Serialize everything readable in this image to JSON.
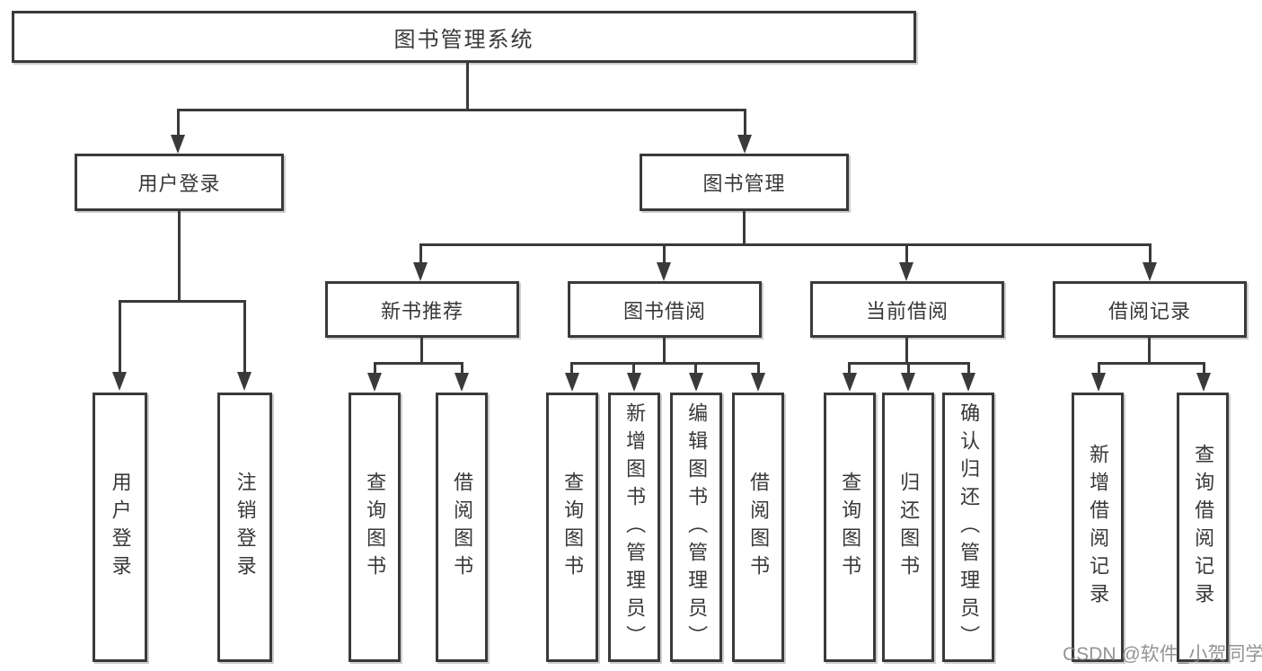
{
  "tree": {
    "root": {
      "label": "图书管理系统"
    },
    "branches": {
      "user_login": {
        "label": "用户登录"
      },
      "book_mgmt": {
        "label": "图书管理"
      }
    },
    "modules": {
      "new_books": {
        "label": "新书推荐"
      },
      "book_borrow": {
        "label": "图书借阅"
      },
      "current_borrow": {
        "label": "当前借阅"
      },
      "borrow_records": {
        "label": "借阅记录"
      }
    },
    "leaves": {
      "user_login_1": {
        "label": "用户登录"
      },
      "user_login_2": {
        "label": "注销登录"
      },
      "new_books_1": {
        "label": "查询图书"
      },
      "new_books_2": {
        "label": "借阅图书"
      },
      "book_borrow_1": {
        "label": "查询图书"
      },
      "book_borrow_2": {
        "label": "新增图书（管理员）"
      },
      "book_borrow_3": {
        "label": "编辑图书（管理员）"
      },
      "book_borrow_4": {
        "label": "借阅图书"
      },
      "current_borrow_1": {
        "label": "查询图书"
      },
      "current_borrow_2": {
        "label": "归还图书"
      },
      "current_borrow_3": {
        "label": "确认归还（管理员）"
      },
      "borrow_records_1": {
        "label": "新增借阅记录"
      },
      "borrow_records_2": {
        "label": "查询借阅记录"
      }
    }
  },
  "watermark": {
    "text": "CSDN @软件_小贺同学"
  },
  "colors": {
    "line": "#3a3a3a",
    "text": "#383838",
    "background": "#ffffff",
    "watermark": "#808080"
  }
}
